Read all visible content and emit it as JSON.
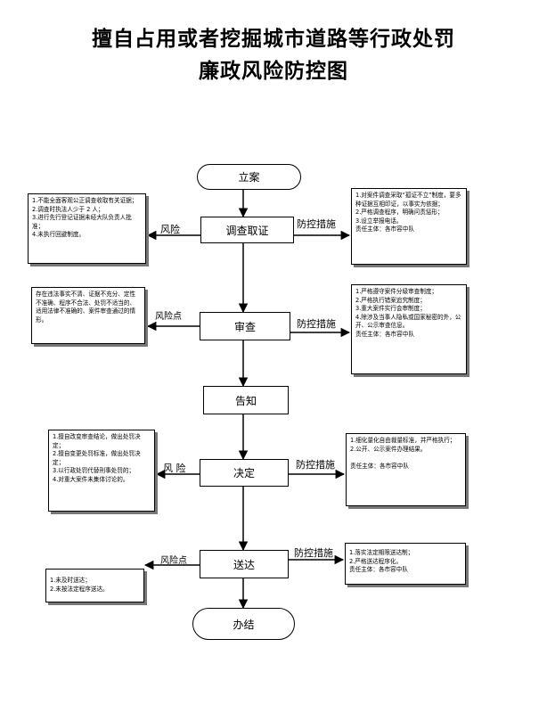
{
  "title": {
    "line1": "擅自占用或者挖掘城市道路等行政处罚",
    "line2": "廉政风险防控图"
  },
  "nodes": {
    "lian": "立案",
    "diaocha": "调查取证",
    "shencha": "审查",
    "gaozhi": "告知",
    "jueding": "决定",
    "songda": "送达",
    "banjie": "办结"
  },
  "labels": {
    "risk1": "风险",
    "ctrl1": "防控措施",
    "risk2": "风险点",
    "ctrl2": "防控措施",
    "risk3": "风 险",
    "ctrl3": "防控措施",
    "risk4": "风险点",
    "ctrl4": "防控措施"
  },
  "notes": {
    "risk_diaocha": [
      "1.不能全面客观公正调查收取有关证据；",
      "2.调查时执法人少于 2 人；",
      "3.进行先行登记证据未经大队负责人批准；",
      "4.未执行回避制度。"
    ],
    "ctrl_diaocha": [
      "1.对案件调查采取“孤证不立”制度，要多种证据互相印证，以事实为依据；",
      "2.严格调查程序，明确问责惩形；",
      "3.设立举报电话。",
      "责任主体：各市容中队"
    ],
    "risk_shencha": [
      "存在违法事实不清、证据不充分、定性不准确、程序不合法、处罚不适当的、适用法律不准确的、案件审查通过的情形。"
    ],
    "ctrl_shencha": [
      "1.严格遵守案件分级审查制度；",
      "2.严格执行错案追究制度；",
      "3.重大案件实行会审制度；",
      "4.除涉及当事人隐私或国家秘密的外，公开、公示审查信息。",
      "责任主体：各市容中队"
    ],
    "risk_jueding": [
      "1.擅自改变审查结论，做出处罚决定；",
      "2.擅自变更处罚标准，做出处罚决定；",
      "3.以行政处罚代替刑事处罚的；",
      "4.对重大案件未集体讨论的。"
    ],
    "ctrl_jueding": [
      "1.细化量化自由裁量标准，并严格执行；",
      "2.公开、公示案件办理结果。",
      "",
      "责任主体：各市容中队"
    ],
    "risk_songda": [
      "1.未及时送达；",
      "2.未按法定程序送达。"
    ],
    "ctrl_songda": [
      "1.落实法定期限送达制；",
      "2.严格送达程序化。",
      "责任主体：各市容中队"
    ]
  }
}
